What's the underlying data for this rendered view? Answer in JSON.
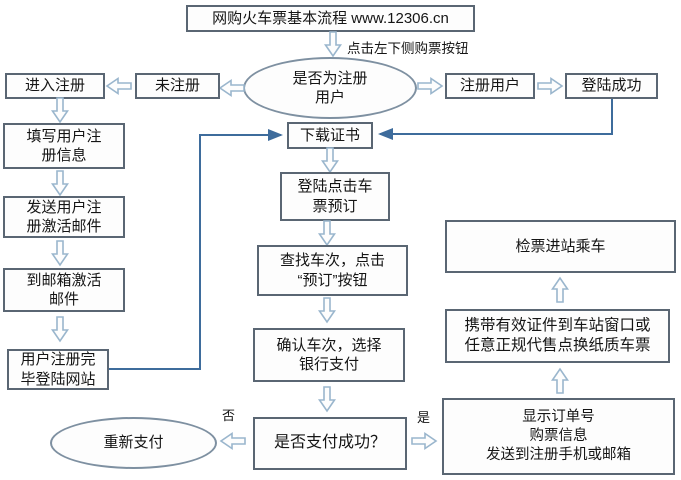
{
  "diagram": {
    "kind": "flowchart",
    "topic": "online train ticket purchase process"
  },
  "nodes": {
    "title": "网购火车票基本流程 www.12306.cn",
    "enter_register": "进入注册",
    "not_registered": "未注册",
    "is_registered": "是否为注册\n用户",
    "register_user": "注册用户",
    "login_success": "登陆成功",
    "fill_info": "填写用户注\n册信息",
    "send_activation": "发送用户注\n册激活邮件",
    "activate_email": "到邮箱激活\n邮件",
    "register_done": "用户注册完\n毕登陆网站",
    "download_cert": "下载证书",
    "login_book": "登陆点击车\n票预订",
    "search_train": "查找车次，点击\n“预订”按钮",
    "confirm_train": "确认车次，选择\n银行支付",
    "pay_success": "是否支付成功？",
    "repay": "重新支付",
    "order_info": "显示订单号\n购票信息\n发送到注册手机或邮箱",
    "exchange_ticket": "携带有效证件到车站窗口或\n任意正规代售点换纸质车票",
    "check_in": "检票进站乘车"
  },
  "labels": {
    "click_hint": "点击左下侧购票按钮",
    "no": "否",
    "yes": "是"
  },
  "colors": {
    "box_border": "#5a6673",
    "ellipse_border": "#7e90a1",
    "block_arrow_outline": "#9ab6cd",
    "line_arrow": "#3e6c9c",
    "text": "#151515",
    "background": "#ffffff"
  }
}
